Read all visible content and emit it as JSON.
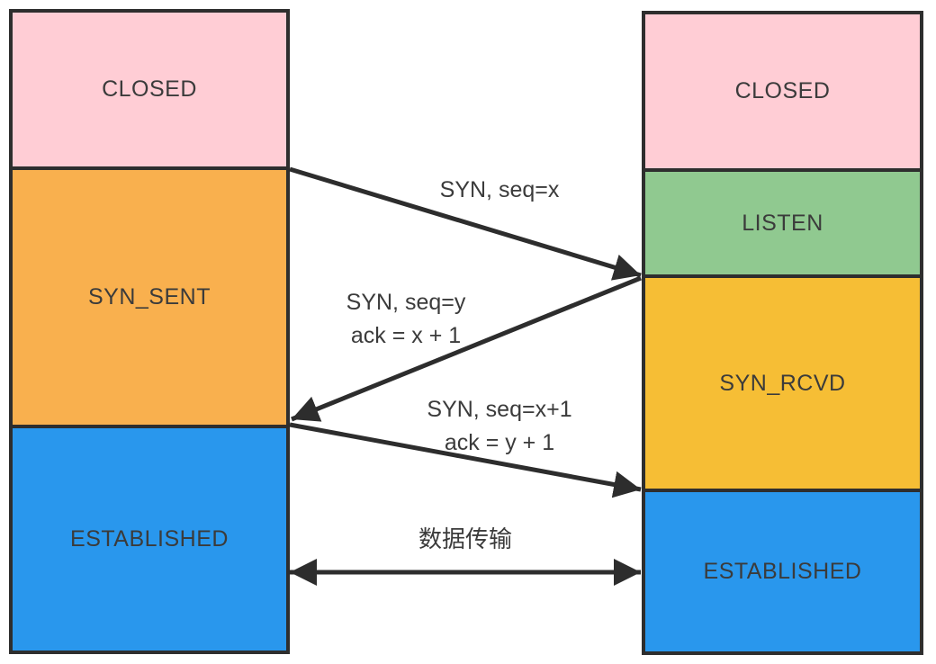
{
  "colors": {
    "outline": "#2e2e2e",
    "arrow": "#2d2d2d",
    "pink": "#FFCDD5",
    "orange": "#F9B04E",
    "gold": "#F6BE35",
    "green": "#90C990",
    "blue": "#2997ED"
  },
  "client_column": {
    "states": [
      {
        "label": "CLOSED",
        "color": "#FFCDD5"
      },
      {
        "label": "SYN_SENT",
        "color": "#F9B04E"
      },
      {
        "label": "ESTABLISHED",
        "color": "#2997ED"
      }
    ]
  },
  "server_column": {
    "states": [
      {
        "label": "CLOSED",
        "color": "#FFCDD5"
      },
      {
        "label": "LISTEN",
        "color": "#90C990"
      },
      {
        "label": "SYN_RCVD",
        "color": "#F6BE35"
      },
      {
        "label": "ESTABLISHED",
        "color": "#2997ED"
      }
    ]
  },
  "messages": {
    "syn": {
      "line1": "SYN, seq=x"
    },
    "syn_ack": {
      "line1": "SYN, seq=y",
      "line2": "ack = x + 1"
    },
    "ack": {
      "line1": "SYN, seq=x+1",
      "line2": "ack = y + 1"
    },
    "data": {
      "line1": "数据传输"
    }
  }
}
